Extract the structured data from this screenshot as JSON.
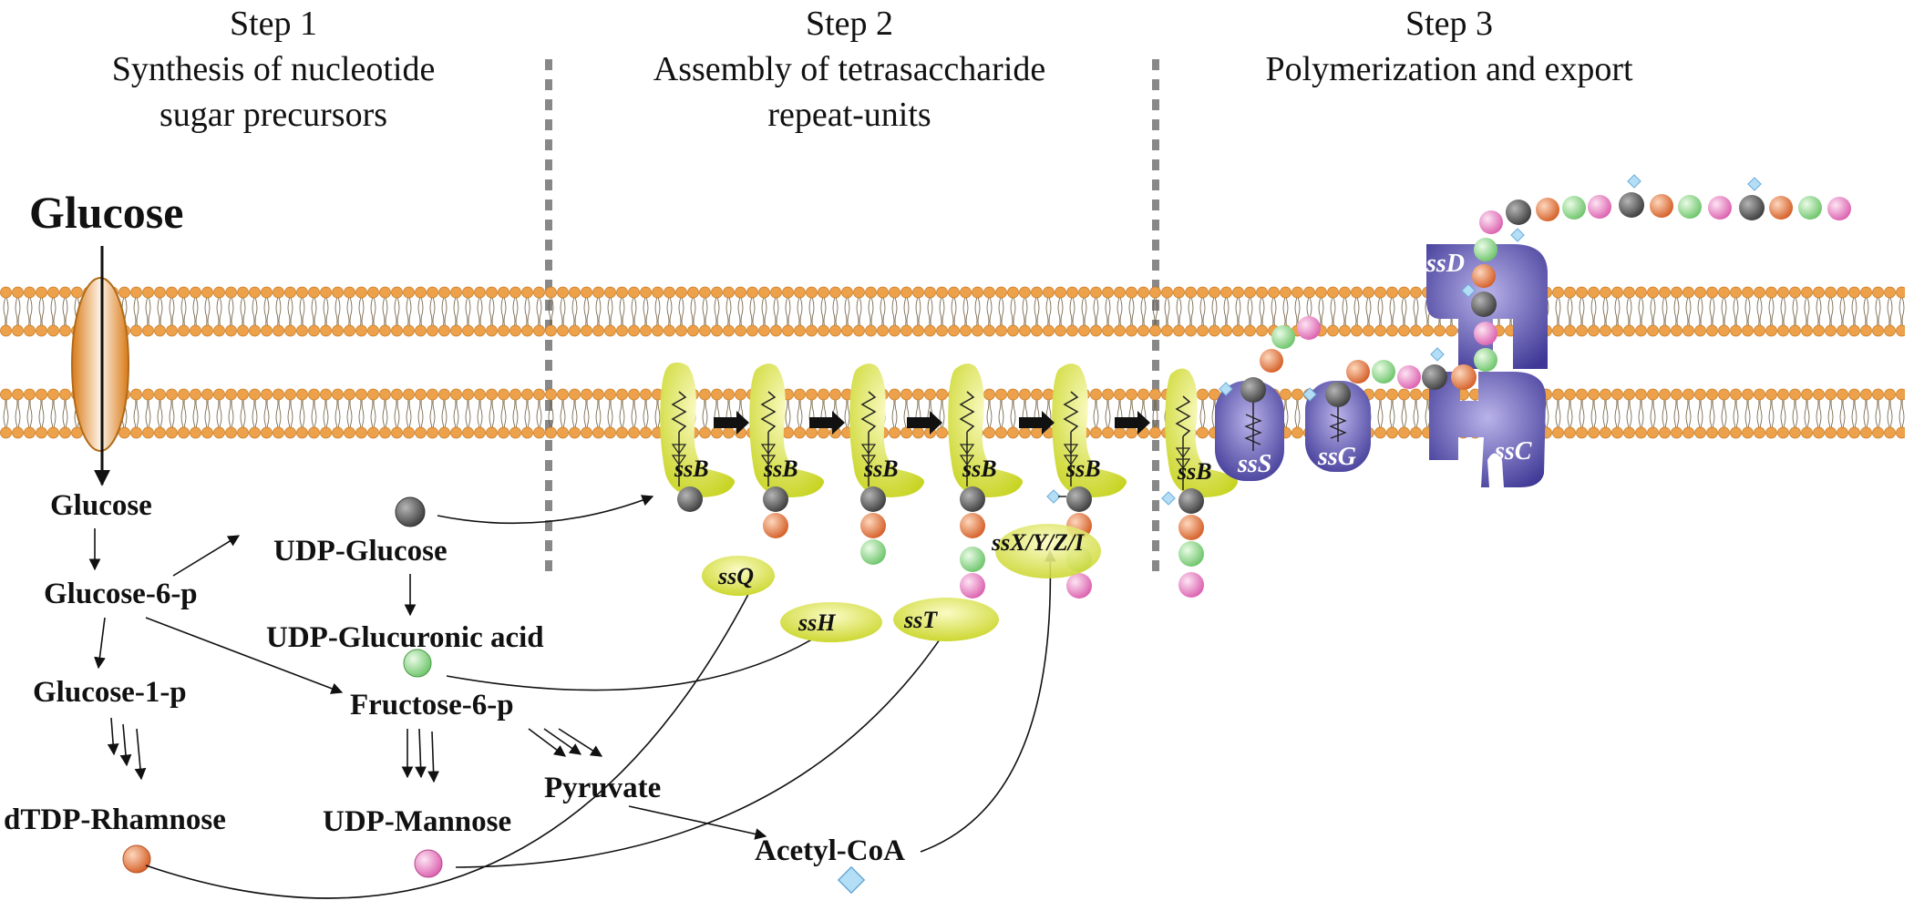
{
  "steps": [
    {
      "number": "Step 1",
      "line1": "Synthesis of nucleotide",
      "line2": "sugar precursors"
    },
    {
      "number": "Step 2",
      "line1": "Assembly of tetrasaccharide",
      "line2": "repeat-units"
    },
    {
      "number": "Step 3",
      "line1": "Polymerization and export",
      "line2": ""
    }
  ],
  "metabolites": {
    "glucose_outside": "Glucose",
    "glucose": "Glucose",
    "glucose_6p": "Glucose-6-p",
    "glucose_1p": "Glucose-1-p",
    "udp_glucose": "UDP-Glucose",
    "udp_glucuronic_acid": "UDP-Glucuronic acid",
    "fructose_6p": "Fructose-6-p",
    "dtdp_rhamnose": "dTDP-Rhamnose",
    "udp_mannose": "UDP-Mannose",
    "pyruvate": "Pyruvate",
    "acetyl_coa": "Acetyl-CoA"
  },
  "enzymes": {
    "ssB": "ssB",
    "ssQ": "ssQ",
    "ssH": "ssH",
    "ssT": "ssT",
    "ssXYZI": "ssX/Y/Z/I",
    "ssS": "ssS",
    "ssG": "ssG",
    "ssD": "ssD",
    "ssC": "ssC"
  },
  "colors": {
    "glucose_sugar": "#555555",
    "rhamnose_sugar": "#e07a48",
    "glucuronic_sugar": "#8fd48c",
    "mannose_sugar": "#e98cc6",
    "acetyl_group": "#a8d8f4",
    "enzyme_yellow": "#d6e03c",
    "transporter_purple": "#6a64b8",
    "membrane_orange": "#e8a85a",
    "glucose_transporter": "#e49030"
  }
}
